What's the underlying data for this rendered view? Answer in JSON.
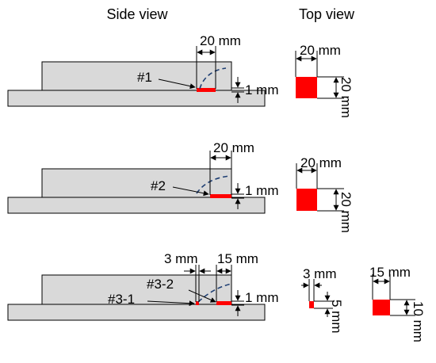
{
  "headers": {
    "side_view": "Side view",
    "top_view": "Top view"
  },
  "colors": {
    "plate": "#d9d9d9",
    "outline": "#000000",
    "weld": "#ff0000",
    "curve": "#1f3f73"
  },
  "row1": {
    "side": {
      "width_label": "20 mm",
      "thickness_label": "1 mm",
      "id_label": "#1"
    },
    "top": {
      "width_label": "20 mm",
      "height_label": "20 mm"
    }
  },
  "row2": {
    "side": {
      "width_label": "20 mm",
      "thickness_label": "1 mm",
      "id_label": "#2"
    },
    "top": {
      "width_label": "20 mm",
      "height_label": "20 mm"
    }
  },
  "row3": {
    "side": {
      "small_label": "3 mm",
      "large_label": "15 mm",
      "thickness_label": "1 mm",
      "id_a": "#3-1",
      "id_b": "#3-2"
    },
    "top_small": {
      "width_label": "3 mm",
      "height_label": "5 mm"
    },
    "top_large": {
      "width_label": "15 mm",
      "height_label": "10 mm"
    }
  }
}
